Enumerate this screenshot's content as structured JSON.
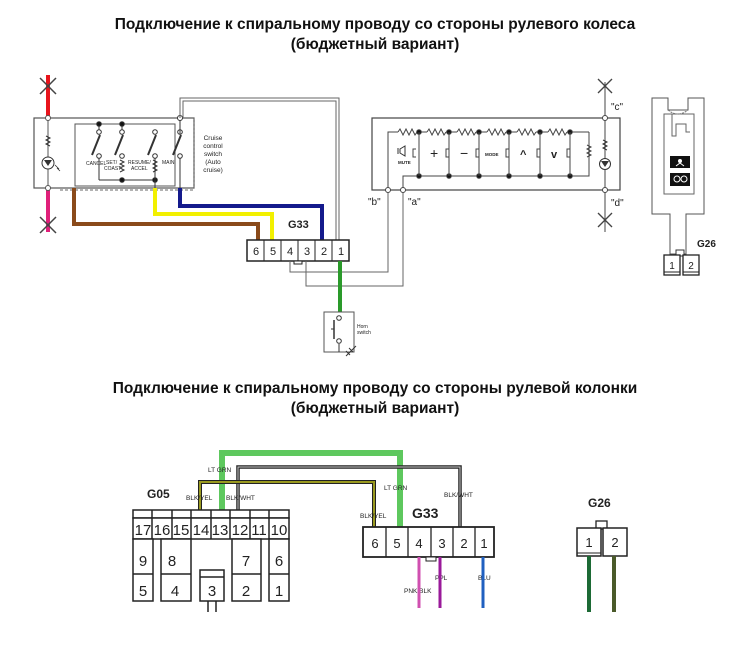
{
  "titles": {
    "top_line1": "Подключение к спиральному проводу со стороны рулевого колеса",
    "top_line2": "(бюджетный вариант)",
    "bottom_line1": "Подключение к спиральному проводу со стороны рулевой колонки",
    "bottom_line2": "(бюджетный вариант)"
  },
  "top_diagram": {
    "cruise_switch": {
      "caption": [
        "Cruise",
        "control",
        "switch",
        "(Auto",
        "cruise)"
      ],
      "switches": [
        "CANCEL",
        "SET/ COAST",
        "RESUME/ ACCEL",
        "MAIN"
      ],
      "set_lines": [
        "SET/",
        "COAST"
      ],
      "resume_lines": [
        "RESUME/",
        "ACCEL"
      ]
    },
    "connector_g33": {
      "name": "G33",
      "pins": [
        "6",
        "5",
        "4",
        "3",
        "2",
        "1"
      ]
    },
    "horn_switch": {
      "label_lines": [
        "Horn",
        "switch"
      ]
    },
    "audio_switch": {
      "buttons": [
        "MUTE",
        "+",
        "−",
        "MODE",
        "^",
        "v"
      ],
      "terminals": [
        "\"b\"",
        "\"a\"",
        "\"c\"",
        "\"d\""
      ]
    },
    "connector_g26": {
      "name": "G26",
      "pins": [
        "1",
        "2"
      ]
    }
  },
  "bottom_diagram": {
    "connector_g05": {
      "name": "G05",
      "top_row": [
        "17",
        "16",
        "15",
        "14",
        "13",
        "12",
        "11",
        "10"
      ],
      "mid_row": [
        "9",
        "8",
        "7",
        "6"
      ],
      "bot_row": [
        "5",
        "4",
        "3",
        "2",
        "1"
      ]
    },
    "connector_g33": {
      "name": "G33",
      "pins": [
        "6",
        "5",
        "4",
        "3",
        "2",
        "1"
      ]
    },
    "connector_g26": {
      "name": "G26",
      "pins": [
        "1",
        "2"
      ]
    },
    "wire_labels": {
      "lt_grn_left": "LT GRN",
      "blk_yel_left": "BLK/YEL",
      "blk_wht_left": "BLK/WHT",
      "lt_grn_right": "LT GRN",
      "blk_yel_right": "BLK/YEL",
      "blk_wht_right": "BLK/WHT",
      "pnk_blk": "PNK/BLK",
      "ppl": "PPL",
      "blu": "BLU"
    }
  },
  "colors": {
    "red": "#e8141c",
    "pink": "#e0207a",
    "brown": "#8a4a1a",
    "yellow": "#f2f000",
    "navy": "#141a8c",
    "green": "#2a9a2a",
    "lt_green": "#5ec85e",
    "olive": "#5a5a10",
    "purple": "#9a1a9a",
    "pink_blk": "#d050b0",
    "blue": "#2060c0",
    "dark_green": "#1d6a35",
    "olive_green": "#4a5a2a"
  }
}
